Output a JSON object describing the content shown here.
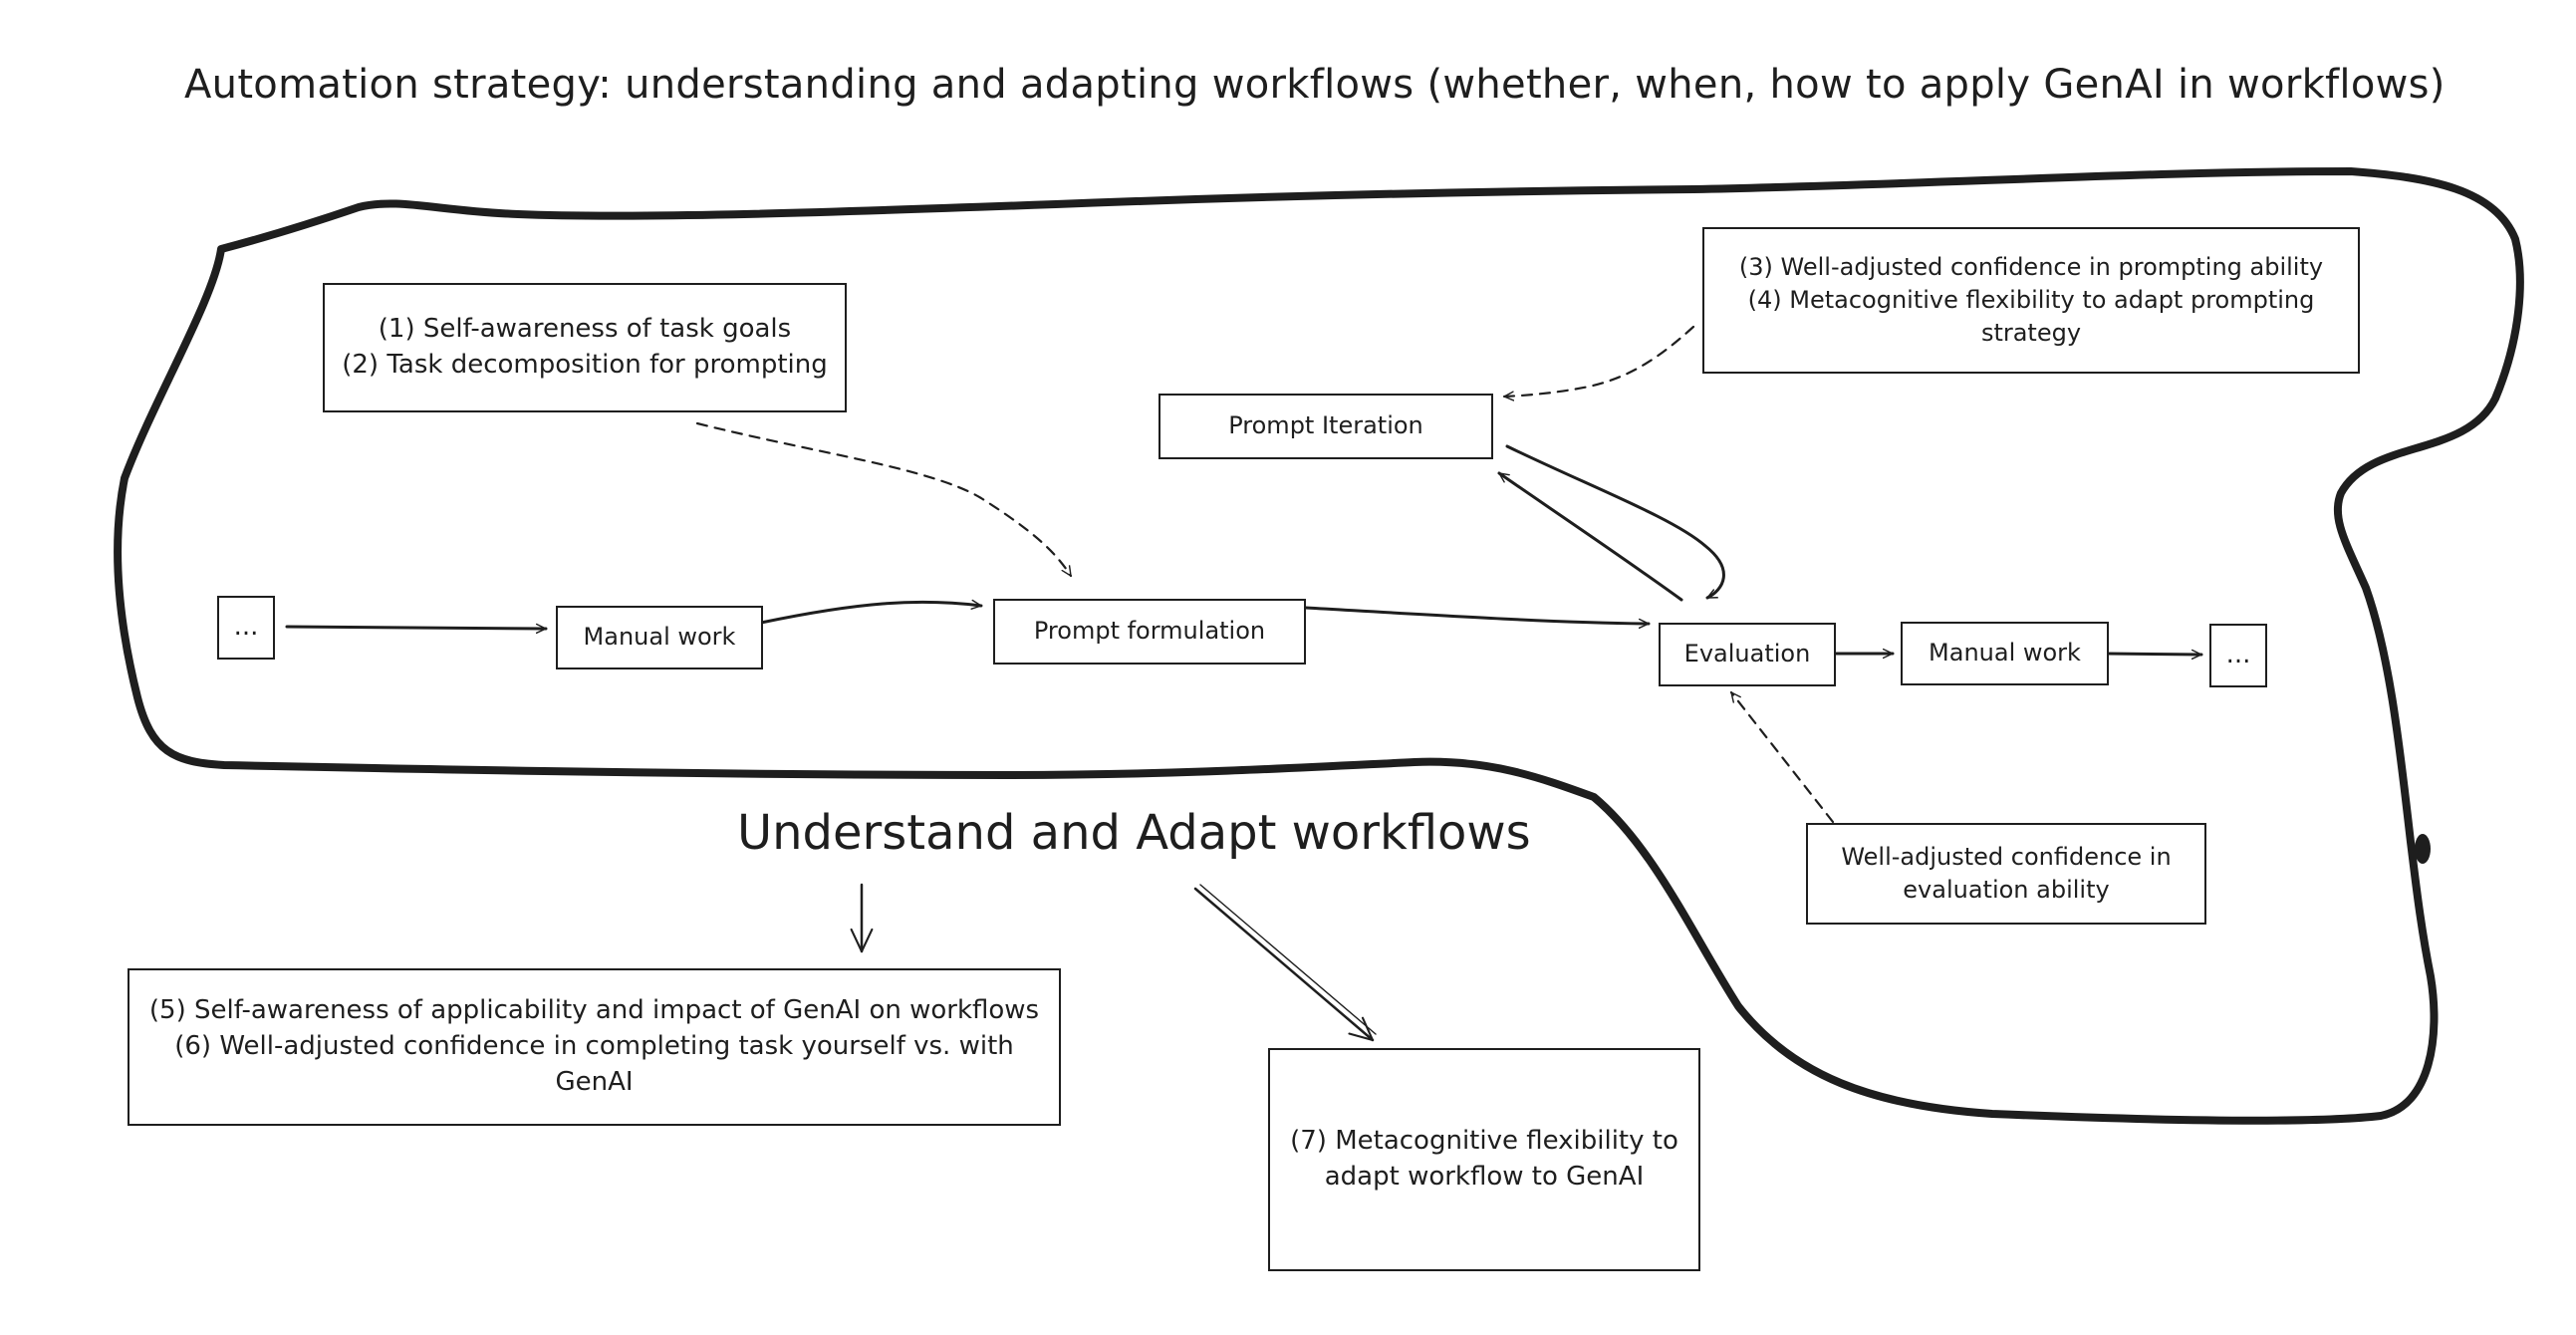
{
  "title": "Automation strategy: understanding and adapting workflows (whether, when, how to apply GenAI in workflows)",
  "section_title": "Understand and Adapt workflows",
  "boxes": {
    "start_ellipsis": "...",
    "manual_work_1": "Manual work",
    "prompt_formulation": "Prompt formulation",
    "prompt_iteration": "Prompt Iteration",
    "evaluation": "Evaluation",
    "manual_work_2": "Manual work",
    "end_ellipsis": "...",
    "task_goals": [
      "(1) Self-awareness of task goals",
      "(2) Task decomposition for prompting"
    ],
    "prompting_confidence": [
      "(3) Well-adjusted confidence in prompting ability",
      "(4) Metacognitive flexibility to adapt prompting strategy"
    ],
    "evaluation_confidence": [
      "Well-adjusted confidence in evaluation ability"
    ],
    "workflow_awareness": [
      "(5) Self-awareness of applicability and impact of GenAI on workflows",
      "(6) Well-adjusted confidence in completing task yourself vs. with GenAI"
    ],
    "workflow_flexibility": [
      "(7) Metacognitive flexibility to adapt workflow to GenAI"
    ]
  }
}
